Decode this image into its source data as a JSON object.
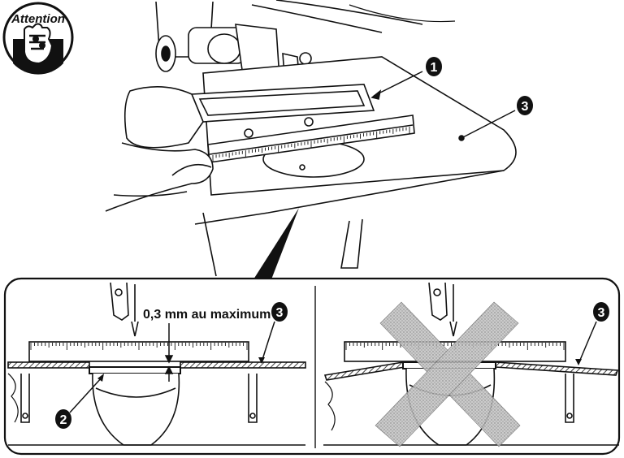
{
  "attention_badge": {
    "label": "Attention"
  },
  "callouts": {
    "one": "1",
    "two": "2",
    "three": "3"
  },
  "clearance_note": "0,3 mm au maximum",
  "panels": {
    "left": {
      "status": "correct"
    },
    "right": {
      "status": "incorrect"
    }
  },
  "colors": {
    "ink": "#111111",
    "cross_fill": "#b9b9b9",
    "paper": "#ffffff"
  }
}
